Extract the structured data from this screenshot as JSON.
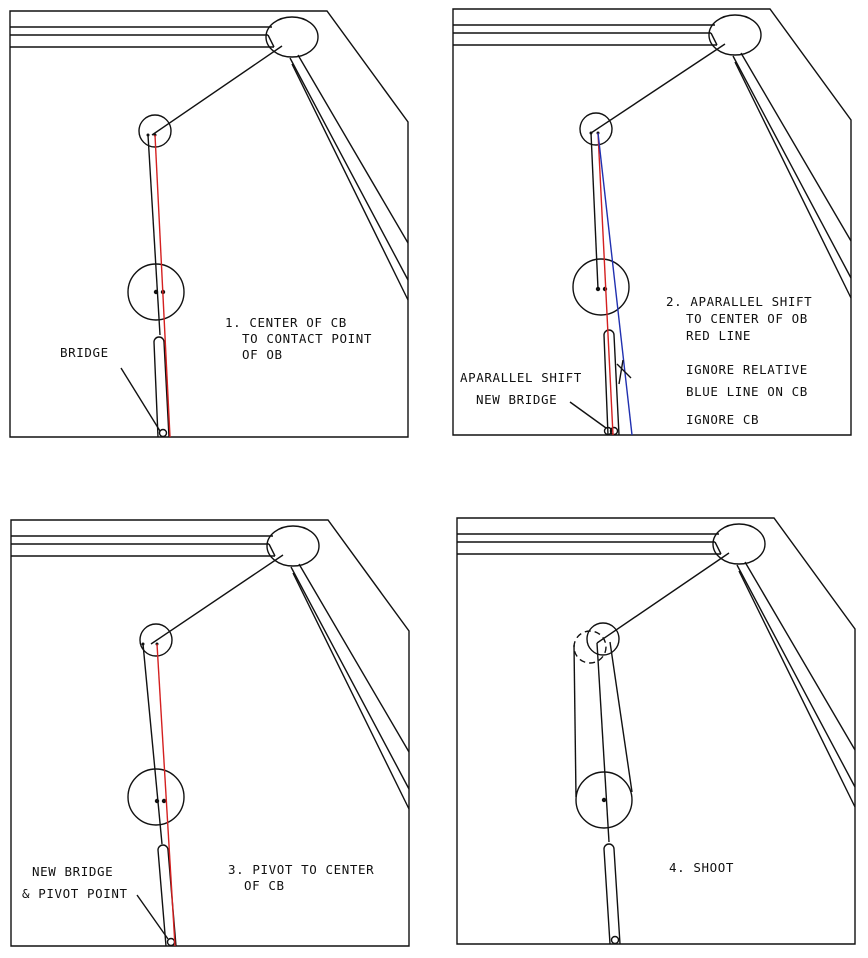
{
  "panels": [
    {
      "step": "1",
      "lines": [
        "1. CENTER OF CB",
        "TO CONTACT POINT",
        "OF OB"
      ],
      "callout": [
        "BRIDGE"
      ]
    },
    {
      "step": "2",
      "lines": [
        "2. APARALLEL SHIFT",
        "TO CENTER OF OB",
        "RED LINE",
        "IGNORE RELATIVE",
        "BLUE LINE ON CB",
        "IGNORE CB"
      ],
      "callout": [
        "APARALLEL SHIFT",
        "NEW BRIDGE"
      ]
    },
    {
      "step": "3",
      "lines": [
        "3. PIVOT TO CENTER",
        "OF CB"
      ],
      "callout": [
        "NEW BRIDGE",
        "& PIVOT POINT"
      ]
    },
    {
      "step": "4",
      "lines": [
        "4. SHOOT"
      ],
      "callout": []
    }
  ],
  "colors": {
    "aim_line": "#d42020",
    "relative_line": "#2030b0",
    "ink": "#111111"
  }
}
